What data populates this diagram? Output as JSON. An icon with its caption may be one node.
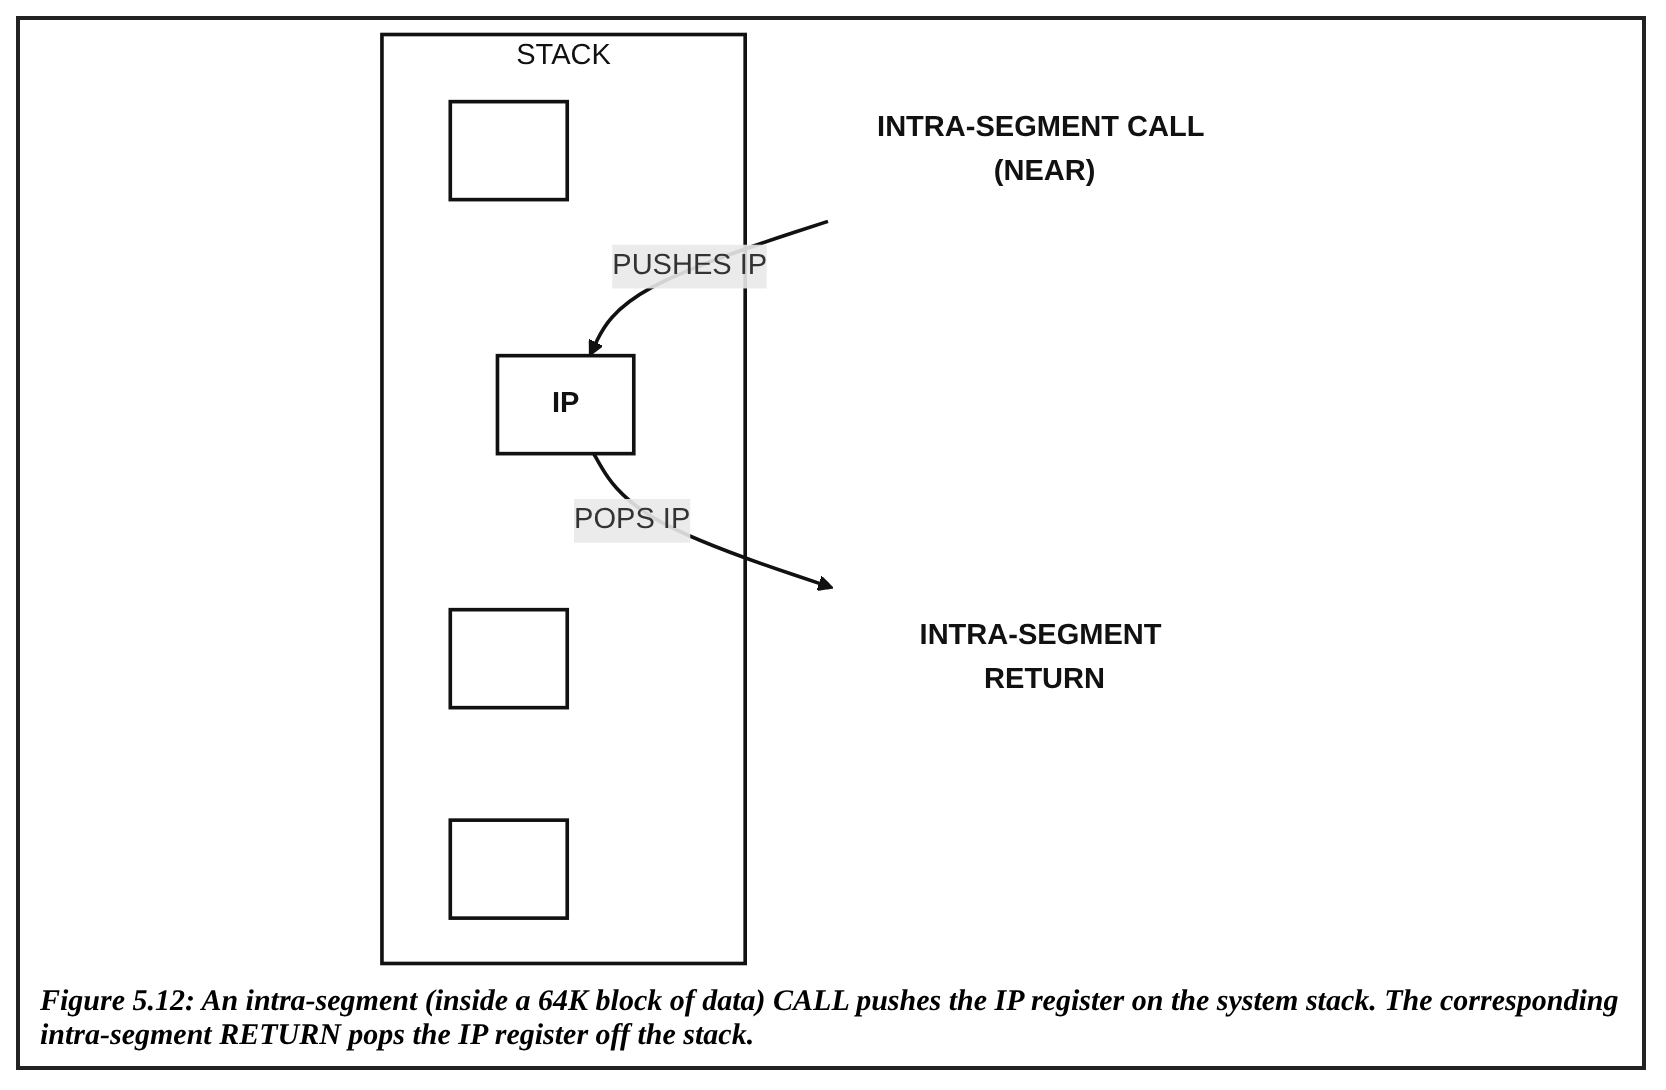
{
  "diagram": {
    "caption": "Figure 5.12: An intra-segment (inside a 64K block of data) CALL pushes the IP register on the system stack. The corresponding intra-segment RETURN pops the IP register off the stack.",
    "nodes": [
      {
        "text": [
          "INTRA-SEGMENT CALL (NEAR)"
        ]
      },
      {
        "text": [
          "STACK"
        ]
      },
      {
        "text": [],
        "shape": "box",
        "in": 1
      },
      {
        "text": [
          "IP"
        ],
        "in": 1
      },
      {
        "text": [],
        "shape": "box",
        "in": 1
      },
      {
        "text": [],
        "shape": "box",
        "in": 1
      },
      {
        "text": [
          "INTRA-SEGMENT RETURN"
        ]
      }
    ],
    "edges": [
      {
        "from": 0,
        "to": 3,
        "label": "PUSHES IP",
        "arrow": "to"
      },
      {
        "from": 3,
        "to": 6,
        "label": "POPS IP",
        "arrow": "to"
      }
    ]
  }
}
